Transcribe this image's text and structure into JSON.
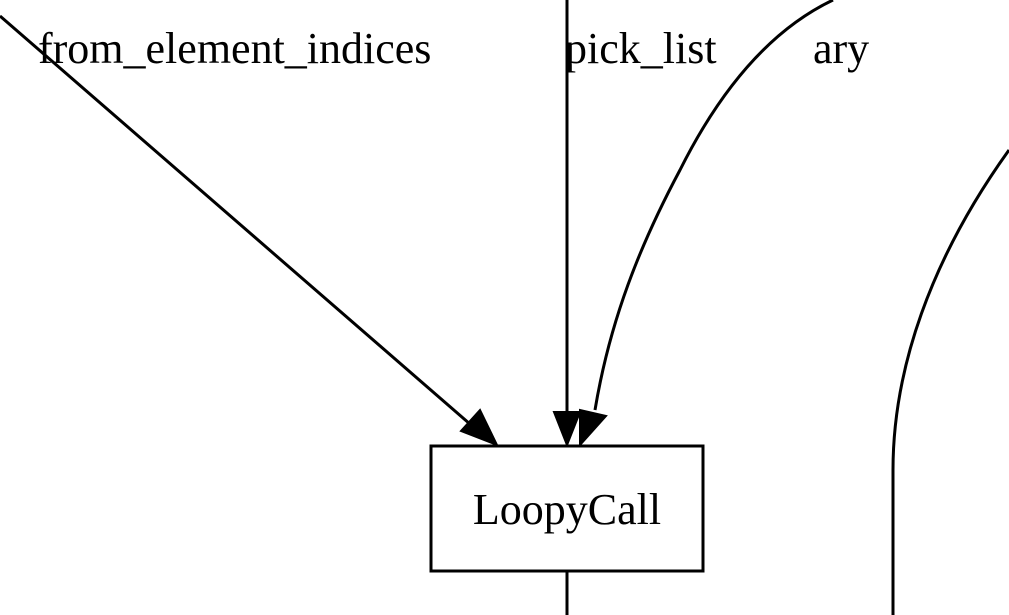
{
  "graph": {
    "node": {
      "label": "LoopyCall"
    },
    "edges": {
      "from_element_indices": {
        "label": "from_element_indices"
      },
      "pick_list": {
        "label": "pick_list"
      },
      "ary": {
        "label": "ary"
      }
    }
  },
  "colors": {
    "stroke": "#000000",
    "background": "#ffffff"
  }
}
